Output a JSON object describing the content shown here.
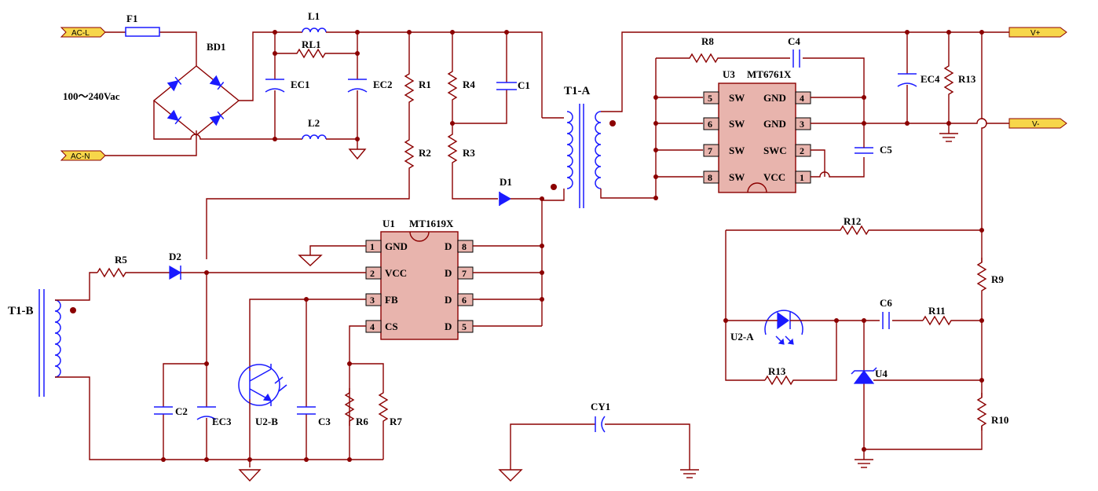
{
  "ports": {
    "ac_l": "AC-L",
    "ac_n": "AC-N",
    "v_plus": "V+",
    "v_minus": "V-"
  },
  "input_voltage": "100～240Vac",
  "labels": {
    "f1": "F1",
    "bd1": "BD1",
    "l1": "L1",
    "l2": "L2",
    "rl1": "RL1",
    "ec1": "EC1",
    "ec2": "EC2",
    "r1": "R1",
    "r2": "R2",
    "r3": "R3",
    "r4": "R4",
    "c1": "C1",
    "t1a": "T1-A",
    "d1": "D1",
    "r8": "R8",
    "c4": "C4",
    "u3": "U3",
    "u3_part": "MT6761X",
    "c5": "C5",
    "ec4": "EC4",
    "r13_top": "R13",
    "u1": "U1",
    "u1_part": "MT1619X",
    "t1b": "T1-B",
    "r5": "R5",
    "d2": "D2",
    "c2": "C2",
    "ec3": "EC3",
    "u2b": "U2-B",
    "c3": "C3",
    "r6": "R6",
    "r7": "R7",
    "cy1": "CY1",
    "r12": "R12",
    "r9": "R9",
    "u2a": "U2-A",
    "c6": "C6",
    "r11": "R11",
    "r13_bot": "R13",
    "u4": "U4",
    "r10": "R10"
  },
  "u3_pins": [
    {
      "left_num": "5",
      "left_name": "SW",
      "right_name": "GND",
      "right_num": "4"
    },
    {
      "left_num": "6",
      "left_name": "SW",
      "right_name": "GND",
      "right_num": "3"
    },
    {
      "left_num": "7",
      "left_name": "SW",
      "right_name": "SWC",
      "right_num": "2"
    },
    {
      "left_num": "8",
      "left_name": "SW",
      "right_name": "VCC",
      "right_num": "1"
    }
  ],
  "u1_pins": [
    {
      "left_num": "1",
      "left_name": "GND",
      "right_name": "D",
      "right_num": "8"
    },
    {
      "left_num": "2",
      "left_name": "VCC",
      "right_name": "D",
      "right_num": "7"
    },
    {
      "left_num": "3",
      "left_name": "FB",
      "right_name": "D",
      "right_num": "6"
    },
    {
      "left_num": "4",
      "left_name": "CS",
      "right_name": "D",
      "right_num": "5"
    }
  ],
  "colors": {
    "wire": "#8b0000",
    "component": "#1a1aff",
    "ic_fill": "#e8b4ad",
    "port_fill": "#f7d64a"
  }
}
